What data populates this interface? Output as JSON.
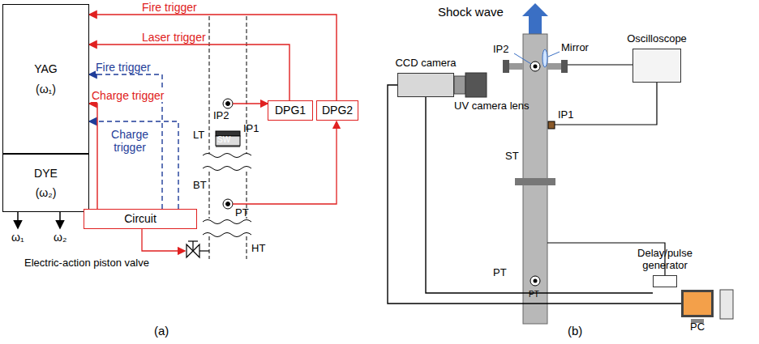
{
  "diagram": {
    "nodes": [
      {
        "text": [
          "YAG",
          "(ω₁)"
        ]
      },
      {
        "text": [
          "DYE",
          "(ω₂)"
        ]
      },
      {
        "text": [
          "Circuit"
        ]
      },
      {
        "text": [
          "DPG1"
        ]
      },
      {
        "text": [
          "DPG2"
        ]
      },
      {
        "text": [
          "CCD camera"
        ]
      },
      {
        "text": [
          "Oscilloscope"
        ]
      },
      {
        "text": [
          "Delay/pulse generator"
        ]
      },
      {
        "text": [
          "PC"
        ]
      }
    ],
    "edges": [
      {
        "from": 4,
        "to": 0,
        "label": "Fire trigger",
        "arrow": "to"
      },
      {
        "from": 3,
        "to": 0,
        "label": "Laser trigger",
        "arrow": "to"
      },
      {
        "from": 2,
        "to": 0,
        "label": "Fire trigger",
        "arrow": "to"
      },
      {
        "from": 2,
        "to": 0,
        "label": "Charge trigger",
        "arrow": "to"
      },
      {
        "from": 2,
        "to": 0,
        "label": "Charge trigger",
        "arrow": "to"
      },
      {
        "from": 7,
        "to": 5,
        "arrow": "none"
      },
      {
        "from": 5,
        "to": 8,
        "arrow": "none"
      }
    ],
    "labels": [
      "ω₁",
      "ω₂",
      "IP2",
      "IP1",
      "SW",
      "LT",
      "BT",
      "PT",
      "HT",
      "Electric-action piston valve",
      "(a)",
      "Shock wave",
      "UV camera lens",
      "IP2",
      "Mirror",
      "IP1",
      "ST",
      "PT",
      "PT",
      "(b)"
    ]
  }
}
